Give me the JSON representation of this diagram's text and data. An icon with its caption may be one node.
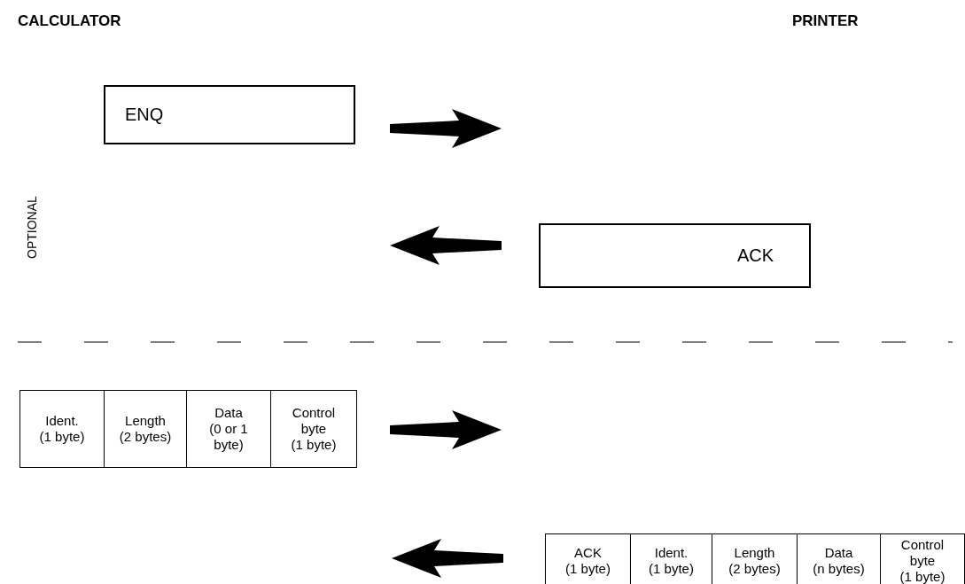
{
  "diagram": {
    "nodes": [
      {
        "text": [
          "ENQ"
        ]
      },
      {
        "text": [
          "ACK"
        ]
      },
      {
        "text": [],
        "shape": "box"
      },
      {
        "text": [
          "Ident. (1 byte)"
        ],
        "in": 2
      },
      {
        "text": [
          "Length (2 bytes)"
        ],
        "in": 2
      },
      {
        "text": [
          "Data (0 or 1 byte)"
        ],
        "in": 2
      },
      {
        "text": [
          "Control byte (1 byte)"
        ],
        "in": 2
      },
      {
        "text": [],
        "shape": "box"
      },
      {
        "text": [
          "ACK (1 byte)"
        ],
        "in": 7
      },
      {
        "text": [
          "Ident. (1 byte)"
        ],
        "in": 7
      },
      {
        "text": [
          "Length (2 bytes)"
        ],
        "in": 7
      },
      {
        "text": [
          "Data (n bytes)"
        ],
        "in": 7
      },
      {
        "text": [
          "Control byte (1 byte)"
        ],
        "in": 7
      }
    ],
    "labels": [
      "CALCULATOR",
      "PRINTER",
      "OPTIONAL"
    ]
  }
}
